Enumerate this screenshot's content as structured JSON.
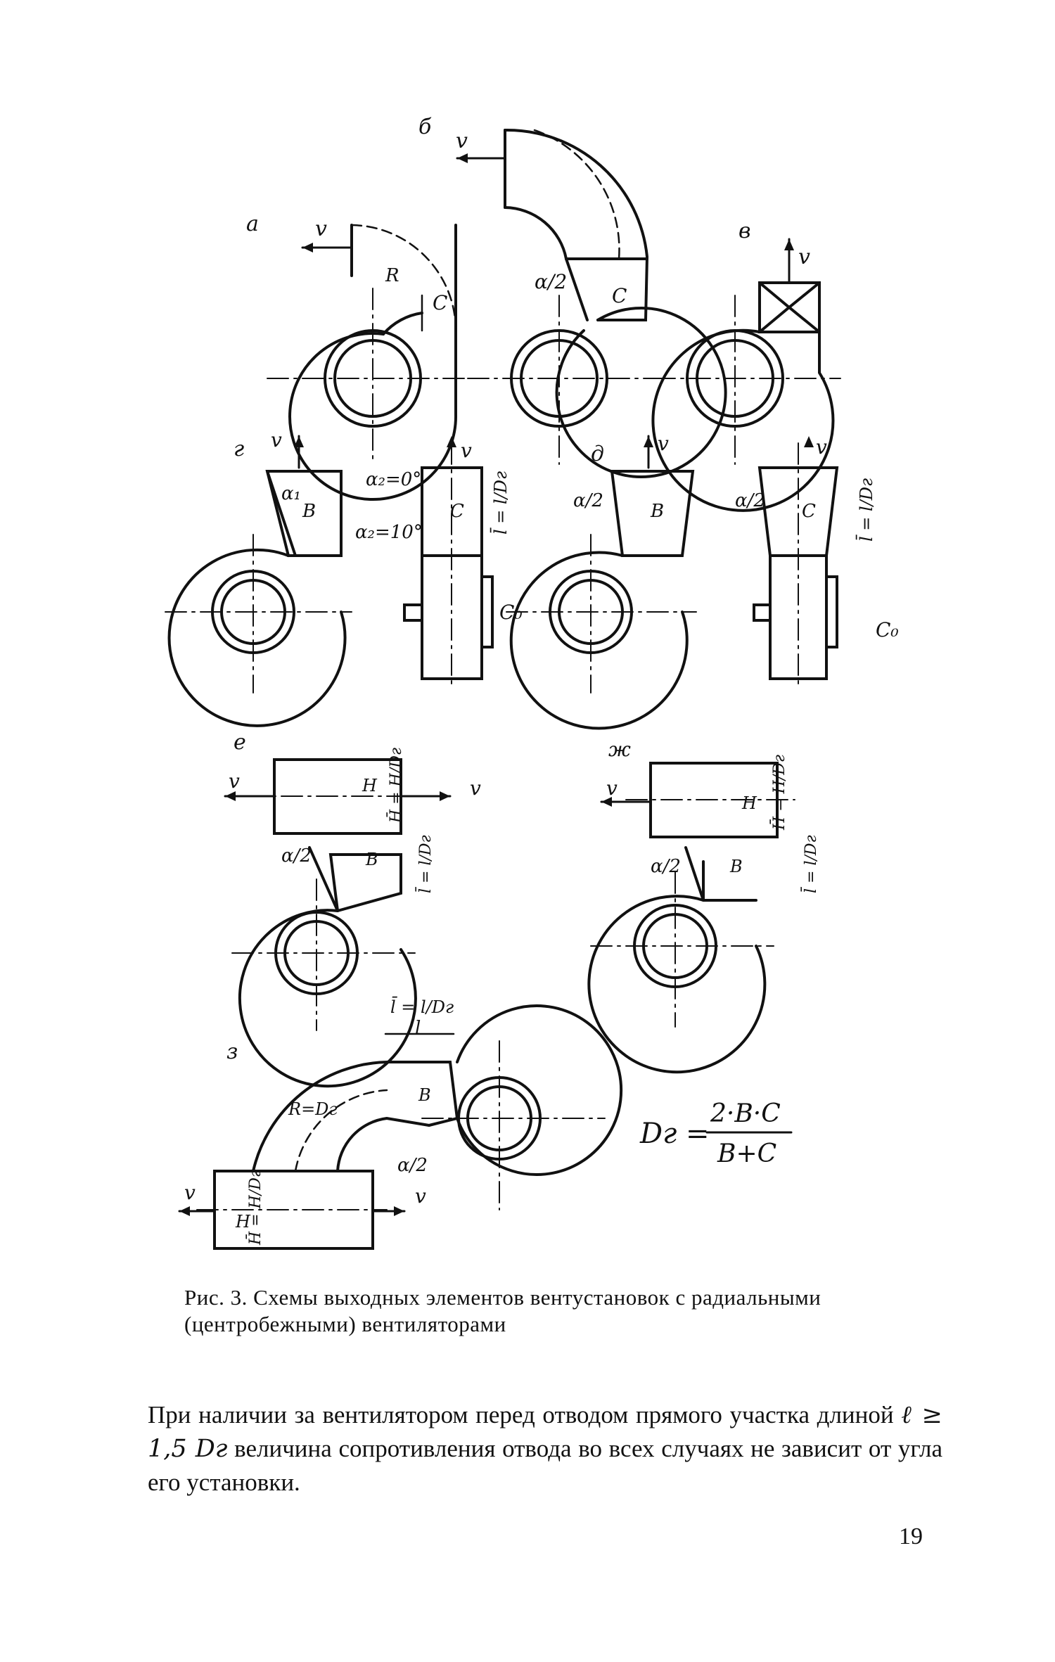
{
  "figure": {
    "panels": [
      "а",
      "б",
      "в",
      "г",
      "д",
      "е",
      "ж",
      "з"
    ],
    "velocity": "v",
    "dim_C": "C",
    "dim_B": "B",
    "dim_R": "R",
    "dim_H": "H",
    "dim_l": "l",
    "c0": "C₀",
    "alpha_half": "α/2",
    "alpha1": "α₁",
    "alpha2_zero": "α₂=0°",
    "alpha2_ten": "α₂=10°",
    "rel_len": "l̄ = l/Dг",
    "rel_height": "H̄ = H/Dг",
    "r_eq_d": "R=Dг",
    "formula_lhs": "Dг =",
    "formula_num": "2·B·C",
    "formula_den": "B+C"
  },
  "caption": "Рис. 3. Схемы выходных элементов вентустановок с радиальными (центробежными) вентиляторами",
  "body": {
    "part1": "При наличии за вентилятором перед отводом прямого участка длиной ",
    "math": "ℓ ≥ 1,5 Dг",
    "part2": " величина сопротивления отвода во всех случаях не зависит от угла его установки."
  },
  "page_number": "19"
}
